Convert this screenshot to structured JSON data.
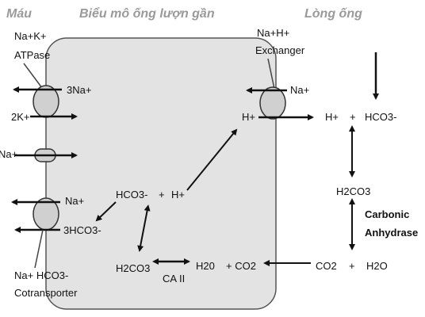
{
  "headers": {
    "blood": "Máu",
    "cell": "Biểu mô ống lượn gần",
    "lumen": "Lòng ống"
  },
  "labels": {
    "na_k_atpase_line1": "Na+K+",
    "na_k_atpase_line2": "ATPase",
    "three_na": "3Na+",
    "two_k": "2K+",
    "na_channel": "Na+",
    "na_cotrans": "Na+",
    "three_hco3": "3HCO3-",
    "cotransporter_line1": "Na+ HCO3-",
    "cotransporter_line2": "Cotransporter",
    "exchanger_line1": "Na+H+",
    "exchanger_line2": "Exchanger",
    "exchanger_na": "Na+",
    "cell_h": "H+",
    "cell_hco3": "HCO3-",
    "cell_plus": "+",
    "cell_h2": "H+",
    "cell_h2co3": "H2CO3",
    "ca_ii": "CA II",
    "cell_h2o": "H20",
    "cell_co2": "+ CO2",
    "lumen_h": "H+",
    "lumen_plus": "+",
    "lumen_hco3": "HCO3-",
    "lumen_h2co3": "H2CO3",
    "carbonic_line1": "Carbonic",
    "carbonic_line2": "Anhydrase",
    "lumen_co2": "CO2",
    "lumen_plus2": "+",
    "lumen_h2o": "H2O"
  },
  "colors": {
    "cell_fill": "#e3e3e3",
    "cell_stroke": "#555555",
    "transporter_fill": "#d0d0d0",
    "arrow": "#111111",
    "header_text": "#9a9a9a"
  }
}
